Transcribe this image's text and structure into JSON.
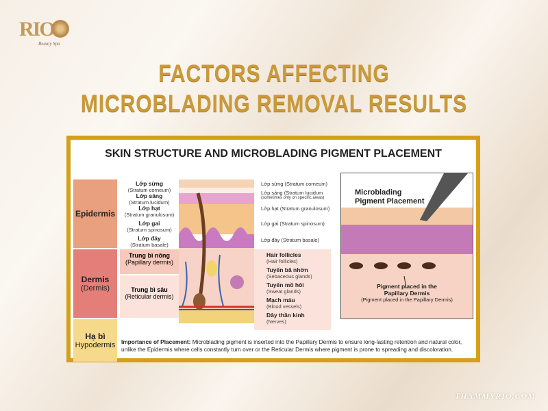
{
  "logo": {
    "text": "RIO",
    "tagline": "Beauty Spa"
  },
  "title": {
    "line1": "FACTORS AFFECTING",
    "line2": "MICROBLADING REMOVAL RESULTS"
  },
  "diagram": {
    "heading": "SKIN STRUCTURE AND MICROBLADING PIGMENT PLACEMENT",
    "layers": {
      "epidermis": "Epidermis",
      "dermis": "Dermis",
      "dermis_en": "(Dermis)",
      "hypo": "Hạ bì",
      "hypo_en": "Hypodermis"
    },
    "epidermis_sub": [
      {
        "vi": "Lớp sừng",
        "en": "(Stratum corneum)"
      },
      {
        "vi": "Lớp sáng",
        "en": "(Stratum lucidum)"
      },
      {
        "vi": "Lớp hạt",
        "en": "(Stratum granulosum)"
      },
      {
        "vi": "Lớp gai",
        "en": "(Stratum spinosum)"
      },
      {
        "vi": "Lớp đáy",
        "en": "(Stratum basale)"
      }
    ],
    "dermis_sub": [
      {
        "vi": "Trung bì nông",
        "en": "(Papillary dermis)"
      },
      {
        "vi": "Trung bì sâu",
        "en": "(Reticular dermis)"
      }
    ],
    "right_labels": [
      "Lớp sừng (Stratum corneum)",
      "Lớp sáng (Stratum lucidum",
      "(sometimes only on specific areas)",
      "Lớp hạt (Stratum granulosum)",
      "Lớp gai (Stratum spinosum)",
      "Lớp đáy (Stratum basale)"
    ],
    "dermis_labels": [
      {
        "vi": "Hair follicles",
        "en": "(Hair follicles)"
      },
      {
        "vi": "Tuyến bã nhờn",
        "en": "(Sebaceous glands)"
      },
      {
        "vi": "Tuyến mồ hôi",
        "en": "(Sweat glands)"
      },
      {
        "vi": "Mạch máu",
        "en": "(Blood vessels)"
      },
      {
        "vi": "Dây thần kinh",
        "en": "(Nerves)"
      }
    ],
    "inset": {
      "title1": "Microblading",
      "title2": "Pigment Placement",
      "pig1": "Pigment placed in the",
      "pig2": "Papillary Dermis",
      "pig_en": "(Pigment placed in the Papillary Dermis)"
    },
    "footer": {
      "bold": "Importance of Placement:",
      "text": " Microblading pigment is inserted into the Papillary Dermis to ensure long-lasting retention and natural color, unlike the Epidermis where cells constantly turn over or the Reticular Dermis where pigment is prone to spreading and discoloration."
    }
  },
  "watermark": "THAMMYRIO.COM",
  "colors": {
    "gold": "#d4a017",
    "epidermis": "#e8a07f",
    "dermis": "#e47e79",
    "hypodermis": "#f6d98a"
  }
}
